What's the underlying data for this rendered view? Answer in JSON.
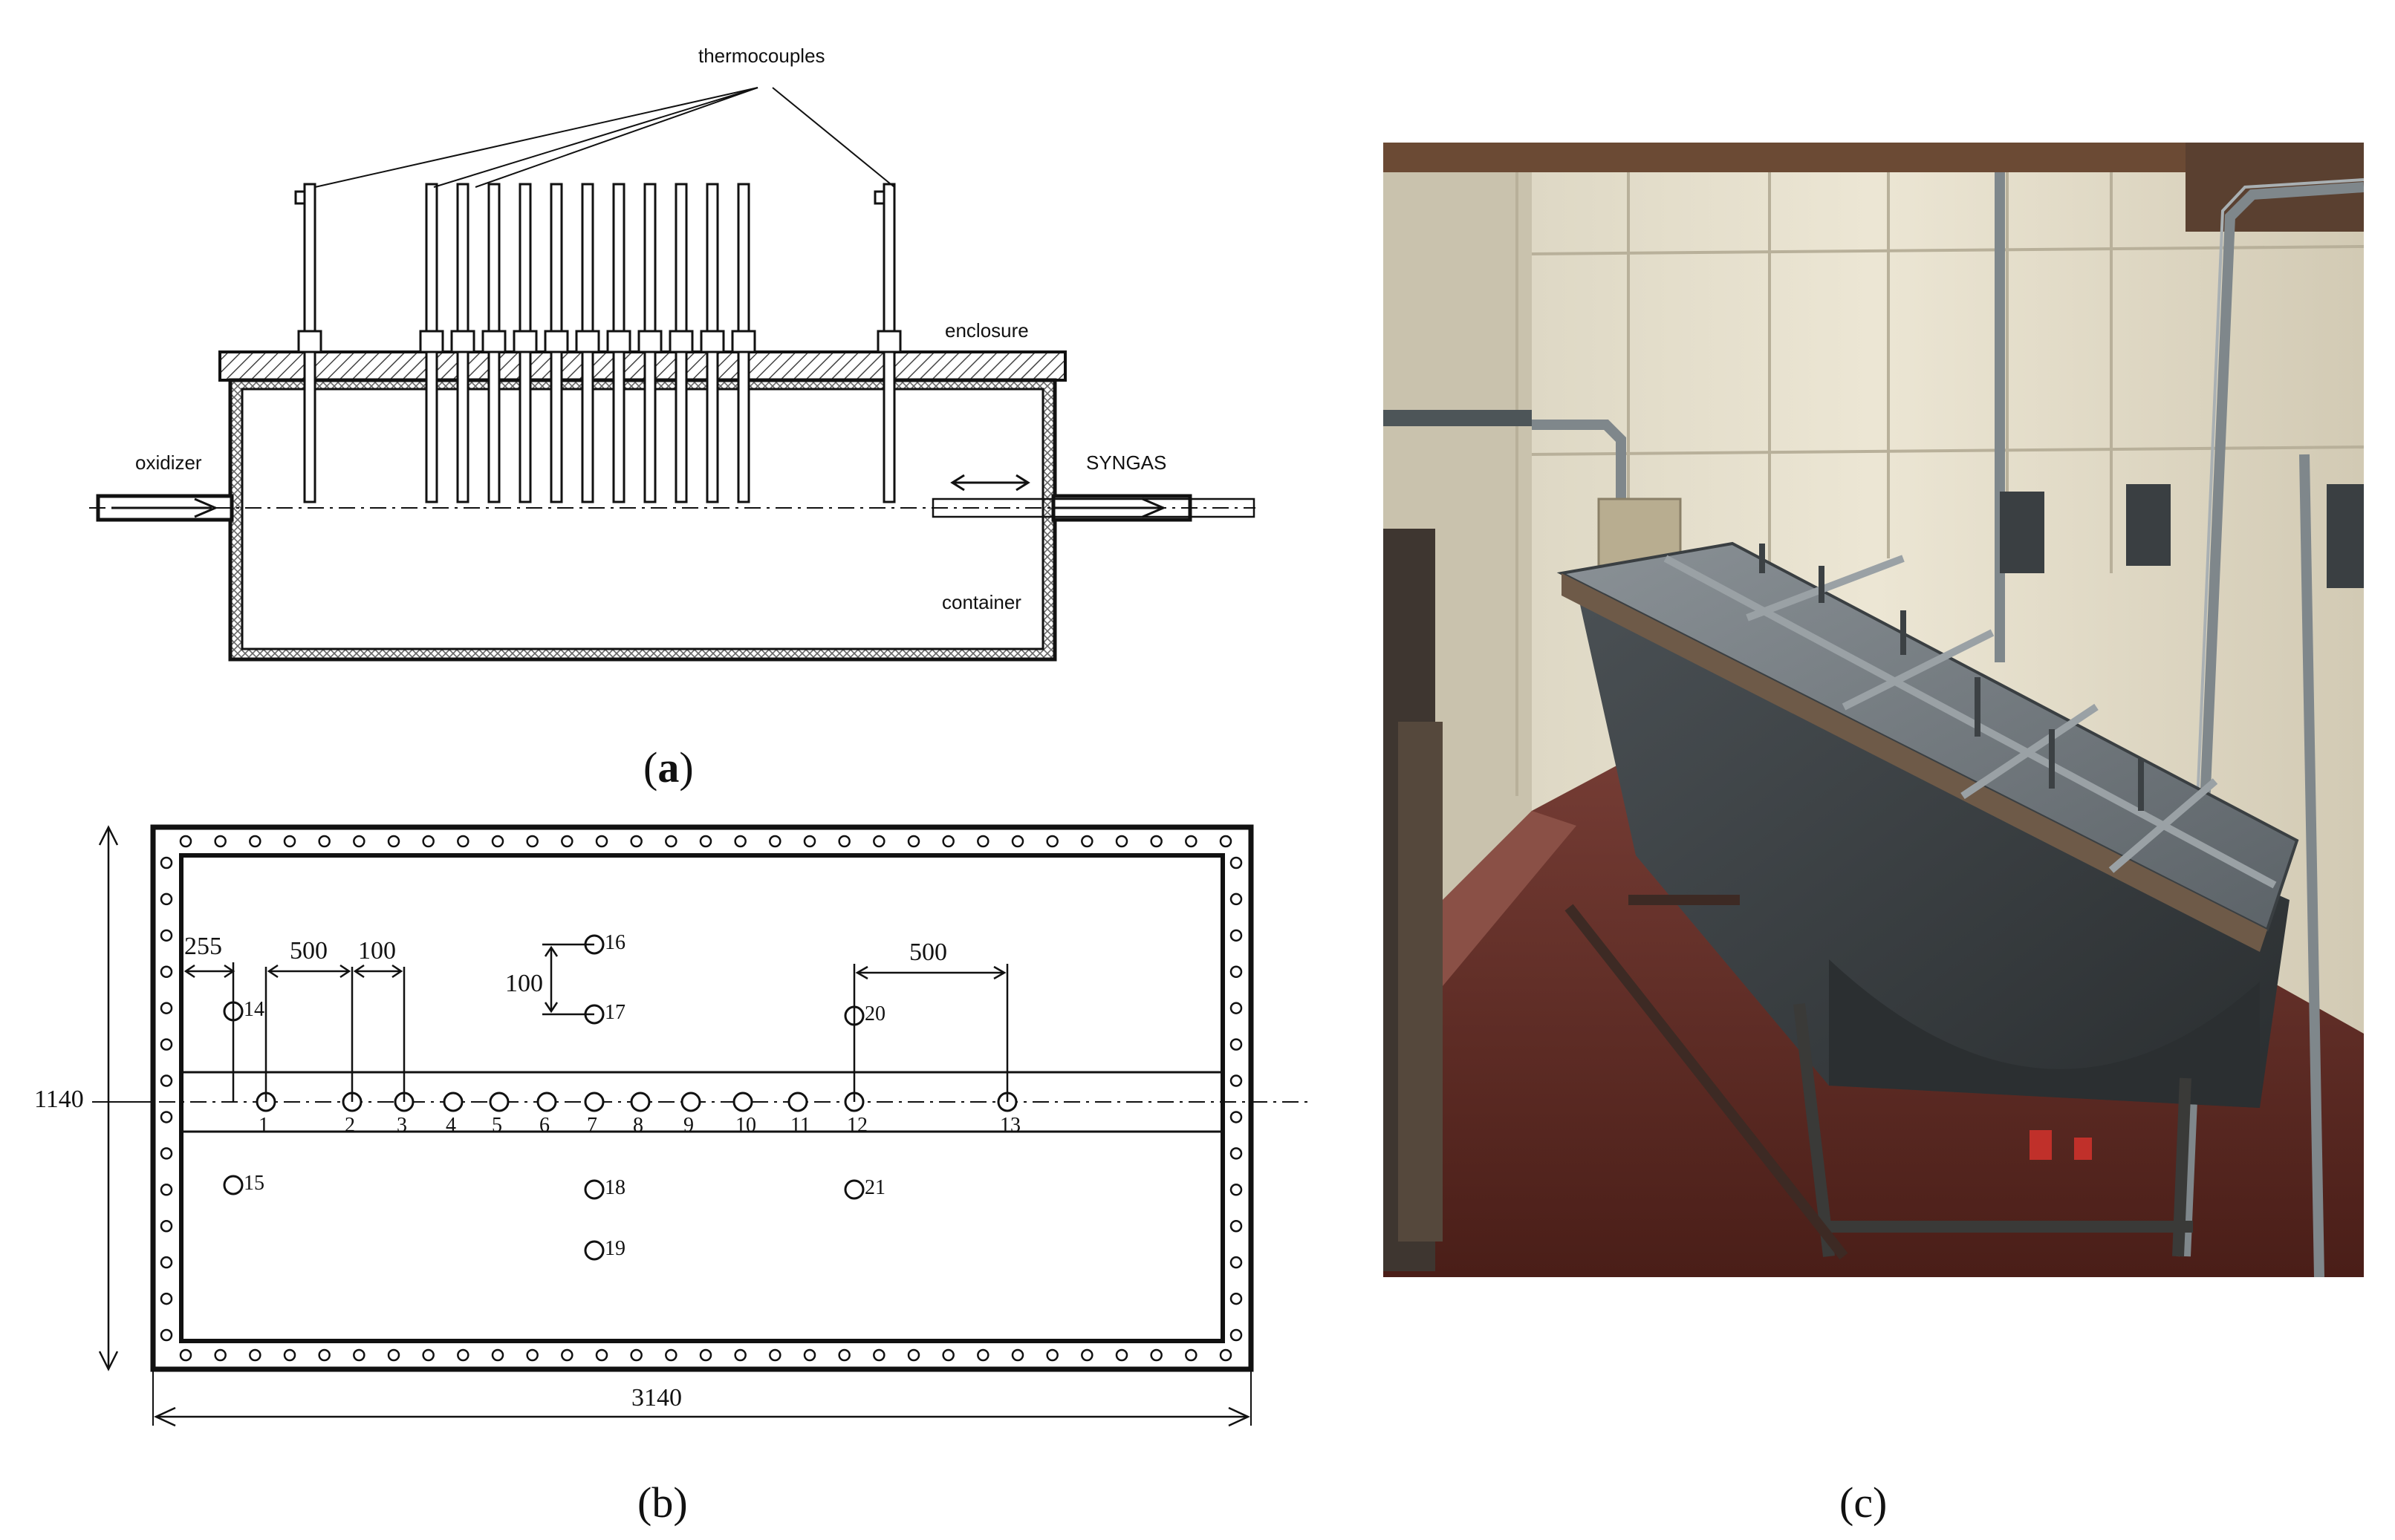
{
  "panel_a": {
    "caption_open": "(",
    "caption_letter": "a",
    "caption_close": ")",
    "labels": {
      "thermocouples": "thermocouples",
      "enclosure": "enclosure",
      "oxidizer": "oxidizer",
      "syngas": "SYNGAS",
      "container": "container"
    }
  },
  "panel_b": {
    "caption": "(b)",
    "height_dim": "1140",
    "width_dim": "3140",
    "spacing_dims": [
      "255",
      "500",
      "100",
      "100",
      "500"
    ],
    "points": [
      "1",
      "2",
      "3",
      "4",
      "5",
      "6",
      "7",
      "8",
      "9",
      "10",
      "11",
      "12",
      "13",
      "14",
      "15",
      "16",
      "17",
      "18",
      "19",
      "20",
      "21"
    ]
  },
  "panel_c": {
    "caption": "(c)",
    "photo_alt": "gasifier-container-photo"
  },
  "colors": {
    "line": "#111111",
    "hatch": "#555555",
    "photo_wall": "#e6e0cf",
    "photo_floor": "#5a2a22",
    "photo_metal": "#5f666a"
  }
}
